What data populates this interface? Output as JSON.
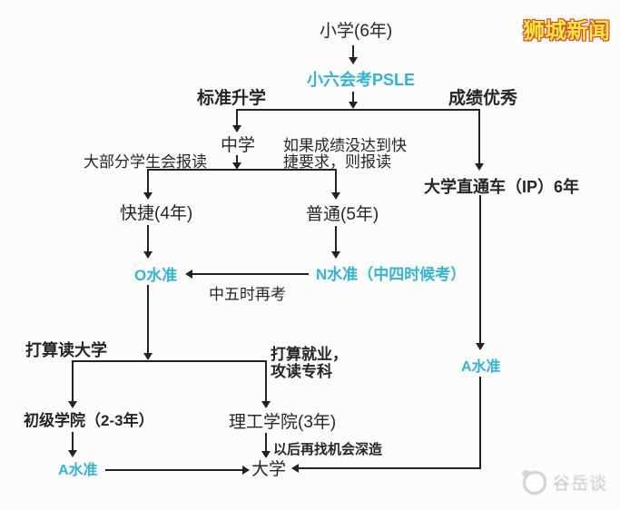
{
  "brand": {
    "name": "狮城新闻"
  },
  "watermark": {
    "name": "谷岳谈"
  },
  "colors": {
    "accent_cyan": "#2fb5d8",
    "line_ink": "#222222",
    "brand_fill": "#ffee3e",
    "brand_outline": "#e0392b",
    "watermark_gray": "#c7c7c7",
    "background": "#fcfcfb"
  },
  "flowchart": {
    "nodes": {
      "primary_school": "小学(6年)",
      "psle_exam": "小六会考PSLE",
      "standard_progression": "标准升学",
      "excellent_results": "成绩优秀",
      "secondary_school": "中学",
      "most_students_note": "大部分学生会报读",
      "not_express_note_line1": "如果成绩没达到快",
      "not_express_note_line2": "捷要求，则报读",
      "ip_track": "大学直通车（IP）6年",
      "express_stream": "快捷(4年)",
      "normal_stream": "普通(5年)",
      "o_level": "O水准",
      "n_level": "N水准（中四时候考）",
      "retake_note": "中五时再考",
      "plan_university_note": "打算读大学",
      "plan_work_note_line1": "打算就业，",
      "plan_work_note_line2": "攻读专科",
      "junior_college": "初级学院（2-3年）",
      "polytechnic": "理工学院(3年)",
      "further_study_note": "以后再找机会深造",
      "a_level_jc": "A水准",
      "a_level_ip": "A水准",
      "university": "大学"
    }
  }
}
